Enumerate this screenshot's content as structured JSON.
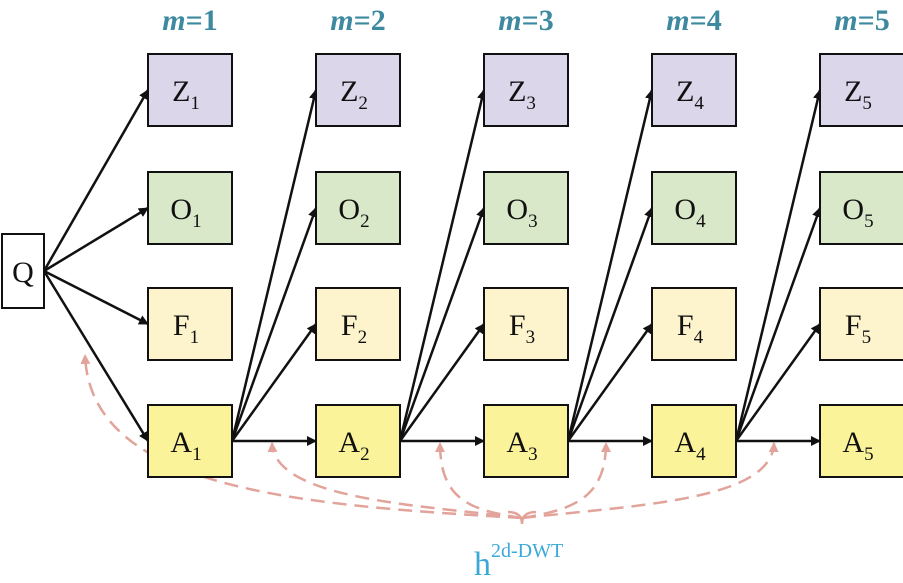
{
  "stages": [
    "m=1",
    "m=2",
    "m=3",
    "m=4",
    "m=5"
  ],
  "stage_letter": "m",
  "stage_numbers": [
    "1",
    "2",
    "3",
    "4",
    "5"
  ],
  "source_node": "Q",
  "rows": [
    {
      "letter": "Z",
      "fill": "#dcd6ea"
    },
    {
      "letter": "O",
      "fill": "#d8e8c8"
    },
    {
      "letter": "F",
      "fill": "#fdf3cc"
    },
    {
      "letter": "A",
      "fill": "#faf39a"
    }
  ],
  "wavelet_label": {
    "base": "h",
    "superscript": "2d-DWT"
  },
  "colors": {
    "stage_label": "#3d8aa0",
    "arrow": "#111111",
    "feedback_dashed": "#e2a39a",
    "wavelet_label": "#3aa8d8",
    "box_border": "#111111"
  }
}
